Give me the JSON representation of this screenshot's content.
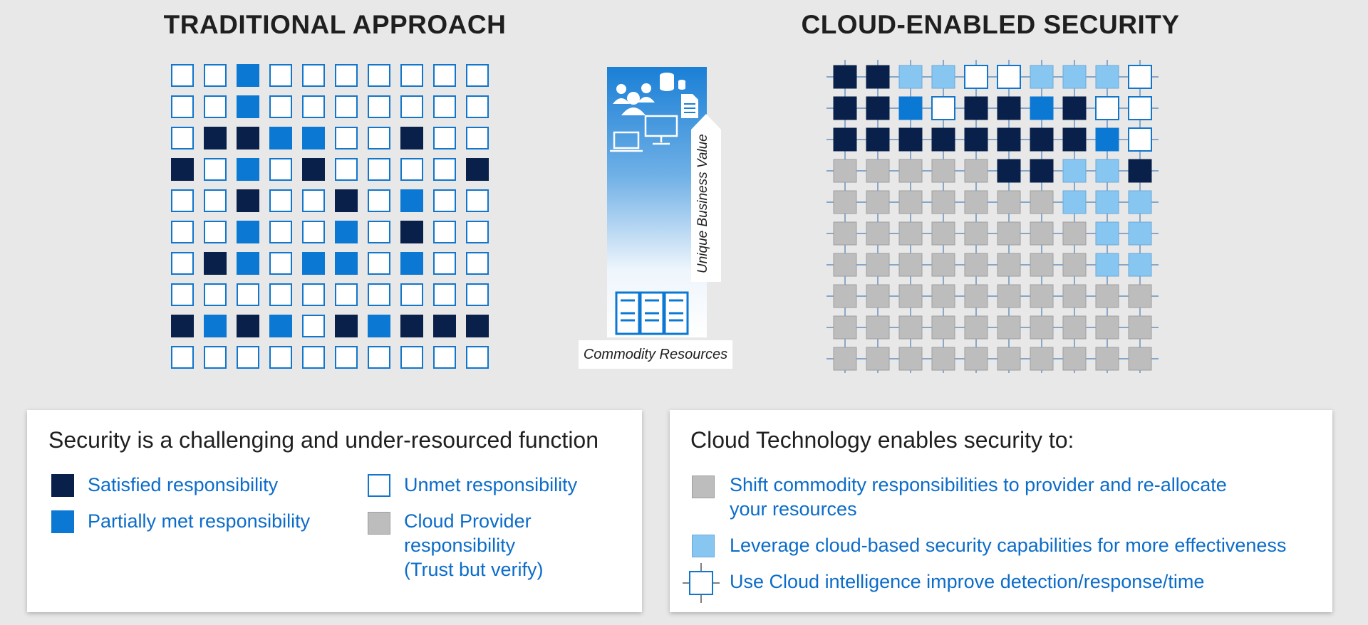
{
  "traditional": {
    "title": "TRADITIONAL APPROACH",
    "grid": [
      "UUPUUUUUUU",
      "UUPUUUUUUU",
      "USSPPUUSUU",
      "SUPUSUUUUS",
      "UUSUUSUPUU",
      "UUPUUPUSUU",
      "USPUPPUPUU",
      "UUUUUUUUUU",
      "SPSPUSPSSS",
      "UUUUUUUUUU"
    ]
  },
  "cloud": {
    "title": "CLOUD-ENABLED SECURITY",
    "grid": [
      "SSLLIILLLI",
      "SSPISSPSII",
      "SSSSSSSSPI",
      "GGGGGSSLLS",
      "GGGGGGGLLL",
      "GGGGGGGGLL",
      "GGGGGGGGLL",
      "GGGGGGGGGG",
      "GGGGGGGGGG",
      "GGGGGGGGGG"
    ]
  },
  "center": {
    "vertical_label": "Unique Business Value",
    "bottom_label": "Commodity Resources",
    "icons": [
      "people-icon",
      "database-icon",
      "document-icon",
      "laptop-icon",
      "desktop-icon",
      "server-icon"
    ]
  },
  "left_panel": {
    "heading": "Security is a challenging and under-resourced function",
    "legend": [
      {
        "label": "Satisfied responsibility"
      },
      {
        "label": "Partially met responsibility"
      },
      {
        "label": "Unmet responsibility"
      },
      {
        "label_lines": [
          "Cloud Provider",
          "responsibility",
          "(Trust but verify)"
        ]
      }
    ]
  },
  "right_panel": {
    "heading": "Cloud Technology enables security to:",
    "legend": [
      {
        "label_lines": [
          "Shift commodity responsibilities to provider and re-allocate",
          "your resources"
        ]
      },
      {
        "label": "Leverage cloud-based security capabilities for more effectiveness"
      },
      {
        "label": "Use Cloud intelligence improve detection/response/time"
      }
    ]
  },
  "colors": {
    "satisfied": "#08204a",
    "partial": "#0b78d4",
    "unmet_border": "#1176cc",
    "cloud_provider": "#bdbdbd",
    "leverage": "#88c6f2",
    "legend_text": "#0b6cc9"
  }
}
